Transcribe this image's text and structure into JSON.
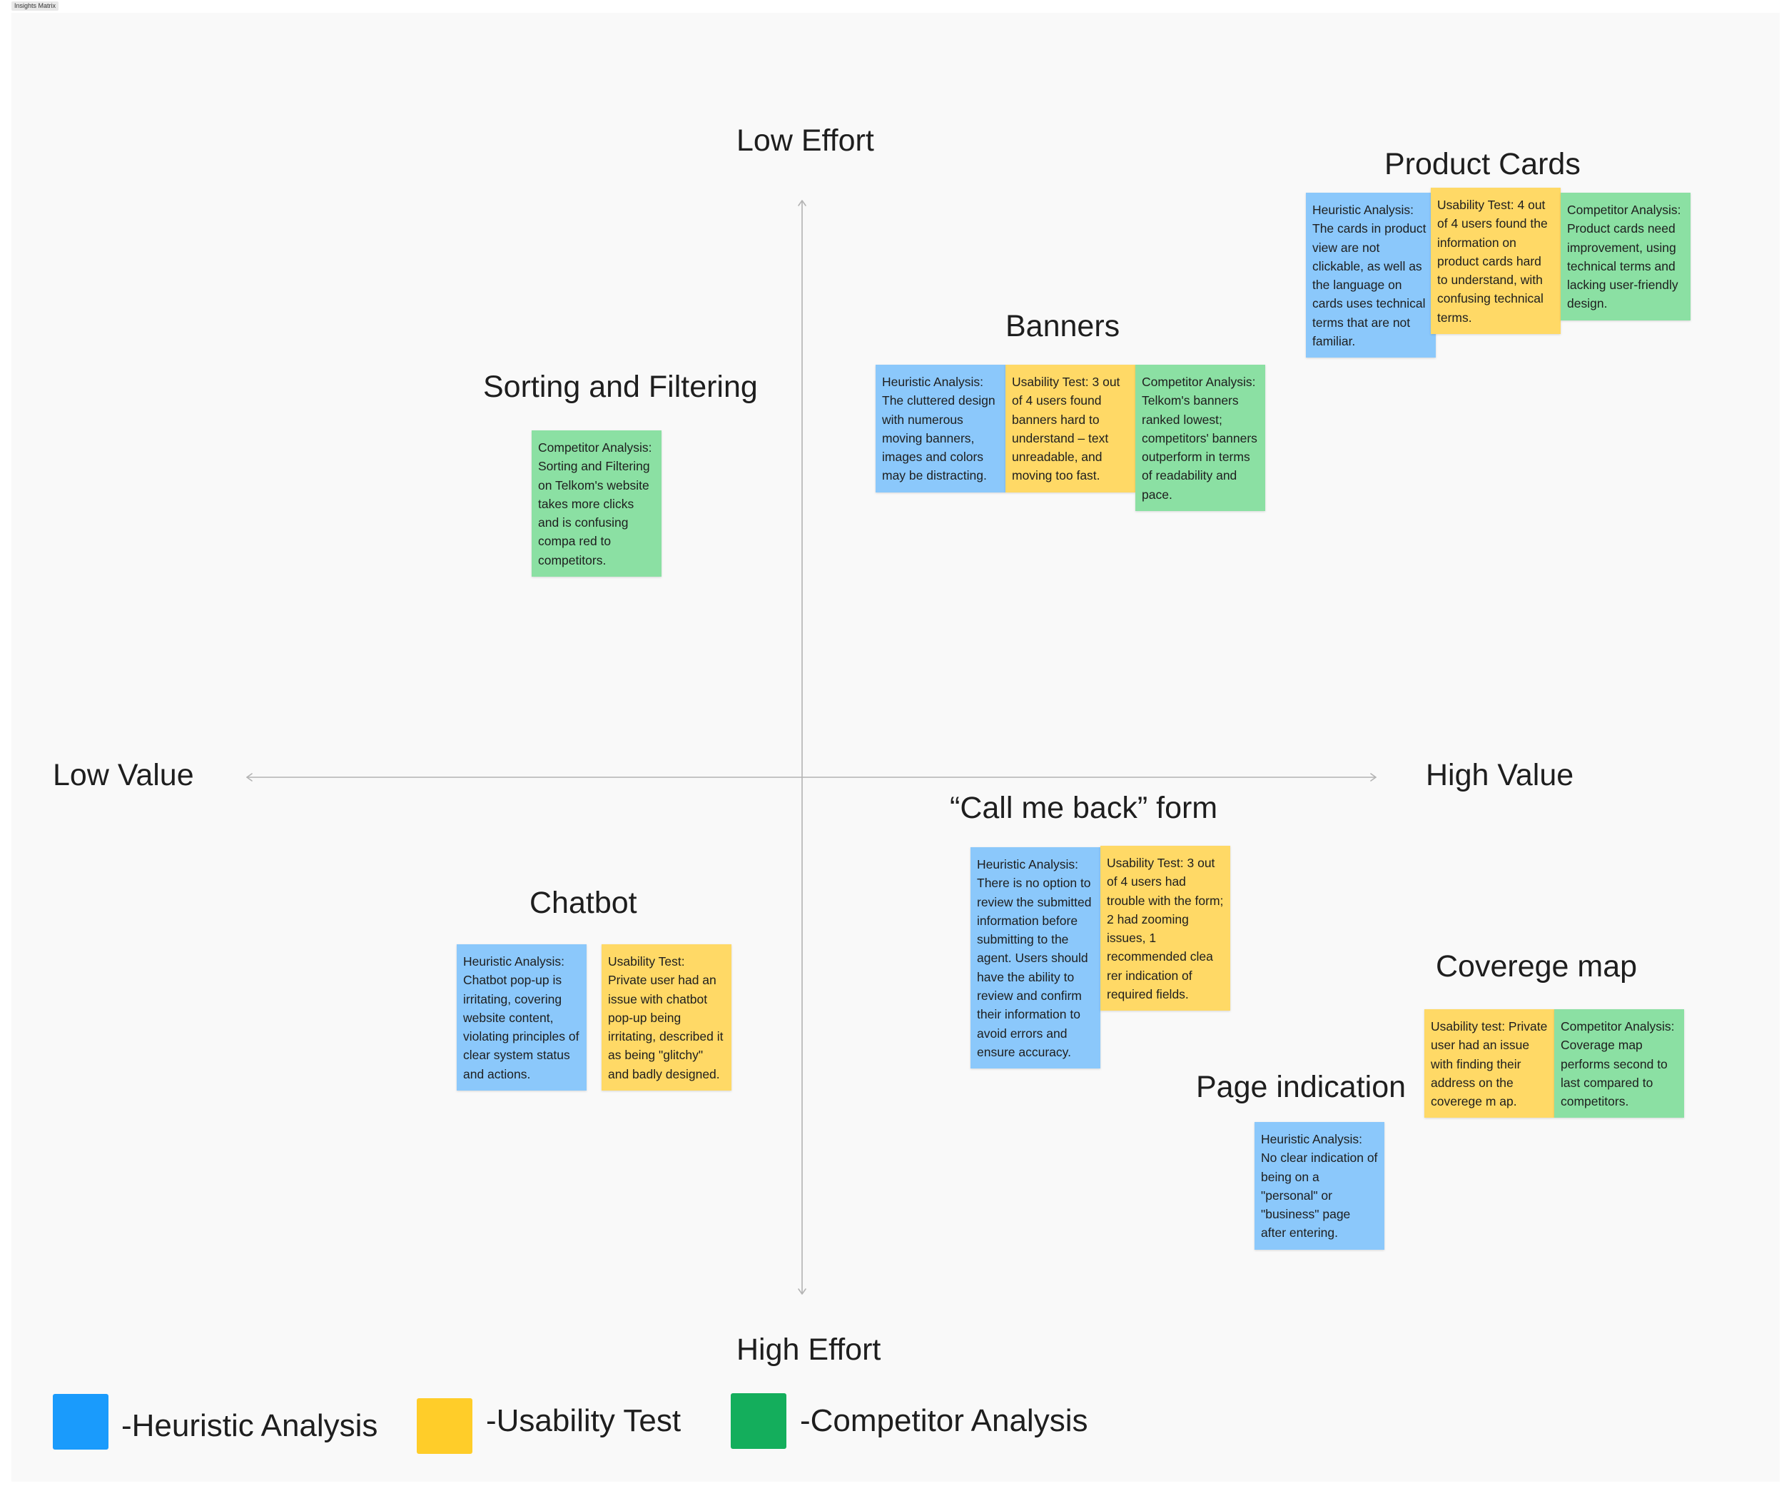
{
  "frame": {
    "tag": "Insights Matrix"
  },
  "axes": {
    "top": "Low Effort",
    "bottom": "High Effort",
    "left": "Low Value",
    "right": "High Value"
  },
  "groups": {
    "sorting": {
      "title": "Sorting and Filtering",
      "notes": [
        {
          "type": "competitor",
          "text": "Competitor Analysis: Sorting and Filtering on Telkom's website takes more clicks and is confusing compa red to competitors."
        }
      ]
    },
    "banners": {
      "title": "Banners",
      "notes": [
        {
          "type": "heuristic",
          "text": "Heuristic Analysis: The cluttered design with numerous moving banners, images and colors may be distracting."
        },
        {
          "type": "usability",
          "text": "Usability Test: 3 out of 4 users found banners hard to understand – text unreadable, and moving too fast."
        },
        {
          "type": "competitor",
          "text": "Competitor Analysis: Telkom's banners ranked lowest; competitors' banners outperform in terms of readability and pace."
        }
      ]
    },
    "product_cards": {
      "title": "Product Cards",
      "notes": [
        {
          "type": "heuristic",
          "text": "Heuristic Analysis: The cards in product view are not clickable, as well as the language on cards uses technical terms that are not familiar."
        },
        {
          "type": "usability",
          "text": "Usability Test: 4 out of 4 users found the information on product cards hard to understand, with confusing technical terms."
        },
        {
          "type": "competitor",
          "text": "Competitor Analysis: Product cards need improvement, using technical terms and lacking user-friendly design."
        }
      ]
    },
    "call_me_back": {
      "title": "“Call me back” form",
      "notes": [
        {
          "type": "heuristic",
          "text": "Heuristic Analysis: There is no option to review the submitted information before submitting to the agent. Users should have the ability to review and confirm their information to avoid errors and ensure accuracy."
        },
        {
          "type": "usability",
          "text": "Usability Test: 3 out of 4 users had trouble with the form; 2 had zooming issues, 1 recommended clea rer indication of required fields."
        }
      ]
    },
    "chatbot": {
      "title": "Chatbot",
      "notes": [
        {
          "type": "heuristic",
          "text": "Heuristic Analysis: Chatbot pop-up is irritating, covering website content, violating principles of clear system status and actions."
        },
        {
          "type": "usability",
          "text": "Usability Test: Private user had an issue with chatbot pop-up being irritating, described it as being \"glitchy\" and badly designed."
        }
      ]
    },
    "coverage_map": {
      "title": "Coverege map",
      "notes": [
        {
          "type": "usability",
          "text": "Usability test: Private user had an issue with finding their address on the coverege m ap."
        },
        {
          "type": "competitor",
          "text": "Competitor Analysis: Coverage map performs second to last compared to competitors."
        }
      ]
    },
    "page_indication": {
      "title": "Page indication",
      "notes": [
        {
          "type": "heuristic",
          "text": "Heuristic Analysis: No clear indication of being on a \"personal\" or \"business\" page after entering."
        }
      ]
    }
  },
  "legend": [
    {
      "label": "-Heuristic Analysis",
      "color": "#1a9bfc"
    },
    {
      "label": "-Usability Test",
      "color": "#ffcd29"
    },
    {
      "label": "-Competitor Analysis",
      "color": "#14ae5c"
    }
  ],
  "colors": {
    "heuristic_note": "#8bc8fb",
    "usability_note": "#ffd966",
    "competitor_note": "#8be0a3",
    "axis_line": "#b3b3b3"
  }
}
